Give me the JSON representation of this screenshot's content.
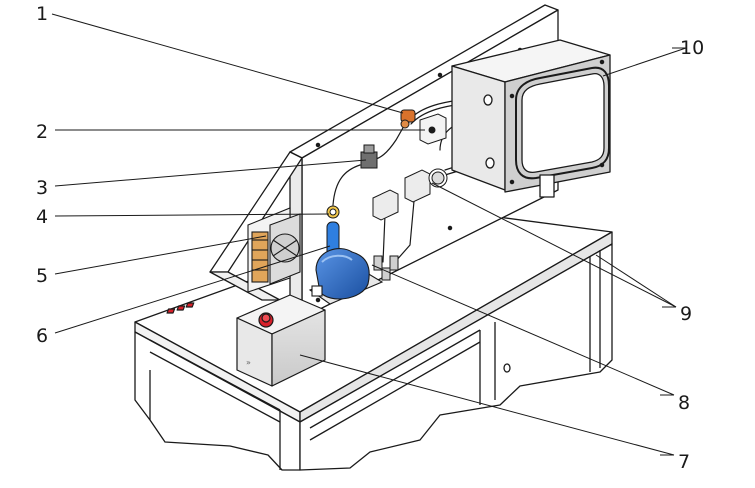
{
  "callouts": {
    "c1": "1",
    "c2": "2",
    "c3": "3",
    "c4": "4",
    "c5": "5",
    "c6": "6",
    "c7": "7",
    "c8": "8",
    "c9": "9",
    "c10": "10"
  },
  "colors": {
    "outline": "#1a1a1a",
    "panel": "#ffffff",
    "shade_light": "#efefef",
    "shade_mid": "#d6d6d6",
    "shade_dark": "#bdbdbd",
    "compressor_blue": "#1f5fb8",
    "drier_blue": "#2f7fe0",
    "valve_orange": "#d9722b",
    "condenser_copper": "#c98a3a",
    "stop_red": "#d8202a"
  }
}
